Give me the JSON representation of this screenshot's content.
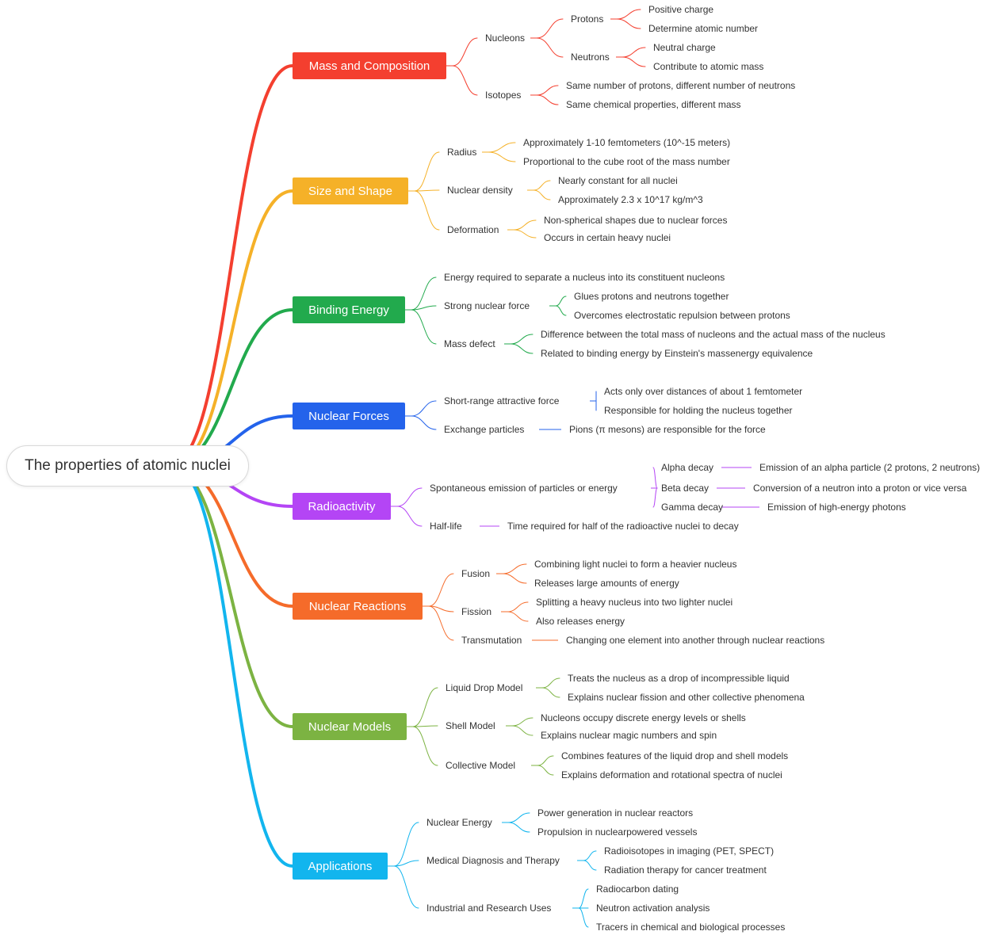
{
  "root": {
    "label": "The properties of atomic nuclei"
  },
  "branches": [
    {
      "label": "Mass and Composition",
      "color": "#f43f2f",
      "children": [
        {
          "label": "Nucleons",
          "children": [
            {
              "label": "Protons",
              "children": [
                {
                  "label": "Positive charge"
                },
                {
                  "label": "Determine atomic number"
                }
              ]
            },
            {
              "label": "Neutrons",
              "children": [
                {
                  "label": "Neutral charge"
                },
                {
                  "label": "Contribute to atomic mass"
                }
              ]
            }
          ]
        },
        {
          "label": "Isotopes",
          "children": [
            {
              "label": "Same number of protons, different number of neutrons"
            },
            {
              "label": "Same chemical properties, different mass"
            }
          ]
        }
      ]
    },
    {
      "label": "Size and Shape",
      "color": "#f5b128",
      "children": [
        {
          "label": "Radius",
          "children": [
            {
              "label": "Approximately 1-10 femtometers (10^-15 meters)"
            },
            {
              "label": "Proportional to the cube root of the mass number"
            }
          ]
        },
        {
          "label": "Nuclear density",
          "children": [
            {
              "label": "Nearly constant for all nuclei"
            },
            {
              "label": "Approximately 2.3 x 10^17 kg/m^3"
            }
          ]
        },
        {
          "label": "Deformation",
          "children": [
            {
              "label": "Non-spherical shapes due to nuclear forces"
            },
            {
              "label": "Occurs in certain heavy nuclei"
            }
          ]
        }
      ]
    },
    {
      "label": "Binding Energy",
      "color": "#22aa4d",
      "children": [
        {
          "label": "Energy required to separate a nucleus into its constituent nucleons"
        },
        {
          "label": "Strong nuclear force",
          "children": [
            {
              "label": "Glues protons and neutrons together"
            },
            {
              "label": "Overcomes electrostatic repulsion between protons"
            }
          ]
        },
        {
          "label": "Mass defect",
          "children": [
            {
              "label": "Difference between the total mass of nucleons and the actual mass of the nucleus"
            },
            {
              "label": "Related to binding energy by Einstein's massenergy equivalence"
            }
          ]
        }
      ]
    },
    {
      "label": "Nuclear Forces",
      "color": "#2463eb",
      "children": [
        {
          "label": "Short-range attractive force",
          "children": [
            {
              "label": "Acts only over distances of about 1 femtometer"
            },
            {
              "label": "Responsible for holding the nucleus together"
            }
          ]
        },
        {
          "label": "Exchange particles",
          "children": [
            {
              "label": "Pions (π mesons) are responsible for the force"
            }
          ]
        }
      ]
    },
    {
      "label": "Radioactivity",
      "color": "#b445f5",
      "children": [
        {
          "label": "Spontaneous emission of particles or energy",
          "children": [
            {
              "label": "Alpha decay",
              "children": [
                {
                  "label": "Emission of an alpha particle (2 protons, 2 neutrons)"
                }
              ]
            },
            {
              "label": "Beta decay",
              "children": [
                {
                  "label": "Conversion of a neutron into a proton or vice versa"
                }
              ]
            },
            {
              "label": "Gamma decay",
              "children": [
                {
                  "label": "Emission of high-energy photons"
                }
              ]
            }
          ]
        },
        {
          "label": "Half-life",
          "children": [
            {
              "label": "Time required for half of the radioactive nuclei to decay"
            }
          ]
        }
      ]
    },
    {
      "label": "Nuclear Reactions",
      "color": "#f56b2a",
      "children": [
        {
          "label": "Fusion",
          "children": [
            {
              "label": "Combining light nuclei to form a heavier nucleus"
            },
            {
              "label": "Releases large amounts of energy"
            }
          ]
        },
        {
          "label": "Fission",
          "children": [
            {
              "label": "Splitting a heavy nucleus into two lighter nuclei"
            },
            {
              "label": "Also releases energy"
            }
          ]
        },
        {
          "label": "Transmutation",
          "children": [
            {
              "label": "Changing one element into another through nuclear reactions"
            }
          ]
        }
      ]
    },
    {
      "label": "Nuclear Models",
      "color": "#7cb342",
      "children": [
        {
          "label": "Liquid Drop Model",
          "children": [
            {
              "label": "Treats the nucleus as a drop of incompressible liquid"
            },
            {
              "label": "Explains nuclear fission and other collective phenomena"
            }
          ]
        },
        {
          "label": "Shell Model",
          "children": [
            {
              "label": "Nucleons occupy discrete energy levels or shells"
            },
            {
              "label": "Explains nuclear magic numbers and spin"
            }
          ]
        },
        {
          "label": "Collective Model",
          "children": [
            {
              "label": "Combines features of the liquid drop and shell models"
            },
            {
              "label": "Explains deformation and rotational spectra of nuclei"
            }
          ]
        }
      ]
    },
    {
      "label": "Applications",
      "color": "#12b5ee",
      "children": [
        {
          "label": "Nuclear Energy",
          "children": [
            {
              "label": "Power generation in nuclear reactors"
            },
            {
              "label": "Propulsion in nuclearpowered vessels"
            }
          ]
        },
        {
          "label": "Medical Diagnosis and Therapy",
          "children": [
            {
              "label": "Radioisotopes in imaging (PET, SPECT)"
            },
            {
              "label": "Radiation therapy for cancer treatment"
            }
          ]
        },
        {
          "label": "Industrial and Research Uses",
          "children": [
            {
              "label": "Radiocarbon dating"
            },
            {
              "label": "Neutron activation analysis"
            },
            {
              "label": "Tracers in chemical and biological processes"
            }
          ]
        }
      ]
    }
  ]
}
